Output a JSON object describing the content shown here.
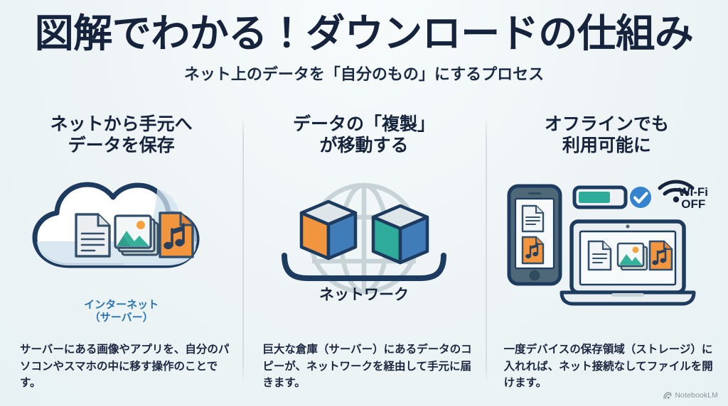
{
  "header": {
    "title": "図解でわかる！ダウンロードの仕組み",
    "subtitle": "ネット上のデータを「自分のもの」にするプロセス"
  },
  "columns": [
    {
      "heading": "ネットから手元へ\nデータを保存",
      "caption": "インターネット\n（サーバー）",
      "body": "サーバーにある画像やアプリを、自分のパソコンやスマホの中に移す操作のことです。",
      "illustration": "cloud-with-files"
    },
    {
      "heading": "データの「複製」\nが移動する",
      "caption": "ネットワーク",
      "body": "巨大な倉庫（サーバー）にあるデータのコピーが、ネットワークを経由して手元に届きます。",
      "illustration": "globe-with-cubes"
    },
    {
      "heading": "オフラインでも\n利用可能に",
      "wifi_label_line1": "Wi-Fi",
      "wifi_label_line2": "OFF",
      "body": "一度デバイスの保存領域（ストレージ）に入れれば、ネット接続なしてファイルを開けます。",
      "illustration": "phone-and-laptop-offline"
    }
  ],
  "watermark": {
    "label": "NotebookLM"
  },
  "colors": {
    "background": "#eef4f6",
    "title": "#16233c",
    "caption_blue": "#2c74b0",
    "navy_outline": "#1d3a5f",
    "orange": "#f2953f",
    "teal": "#30a99b",
    "slate": "#4a6173",
    "globe_gray": "#c8d3d8",
    "divider": "#d2dee3",
    "check_blue": "#3683cf"
  }
}
